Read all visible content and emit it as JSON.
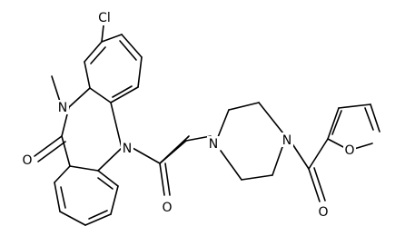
{
  "molecule": {
    "atoms": {
      "chlorine": "Cl",
      "n_methyl": "N",
      "methyl": "CH3-stub",
      "n_bridge": "N",
      "lactam_oxygen": "O",
      "amide_oxygen": "O",
      "piperazine_n1": "N",
      "piperazine_n4": "N",
      "carbonyl_oxygen": "O",
      "furan_oxygen": "O"
    },
    "colors": {
      "bond": "#000000",
      "text": "#000000",
      "background": "#ffffff"
    }
  }
}
